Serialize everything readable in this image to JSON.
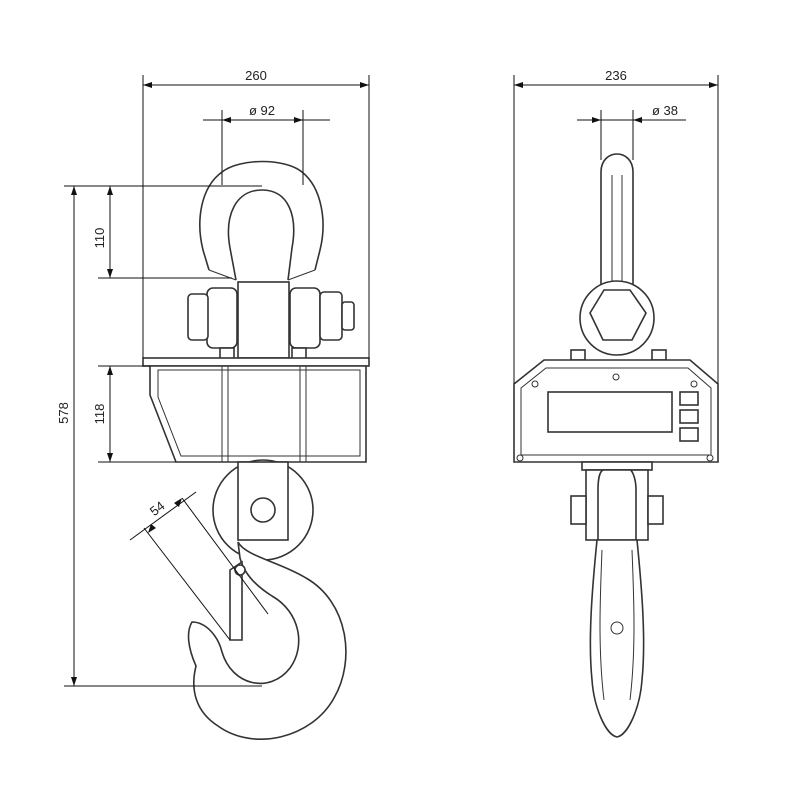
{
  "front_view": {
    "dimensions": {
      "overall_width": "260",
      "shackle_pin_diameter": "ø 92",
      "shackle_height": "110",
      "overall_height": "578",
      "body_height": "118",
      "hook_opening": "54"
    }
  },
  "side_view": {
    "dimensions": {
      "overall_width": "236",
      "shackle_diameter": "ø 38"
    }
  },
  "colors": {
    "line": "#333333",
    "background": "#ffffff"
  }
}
